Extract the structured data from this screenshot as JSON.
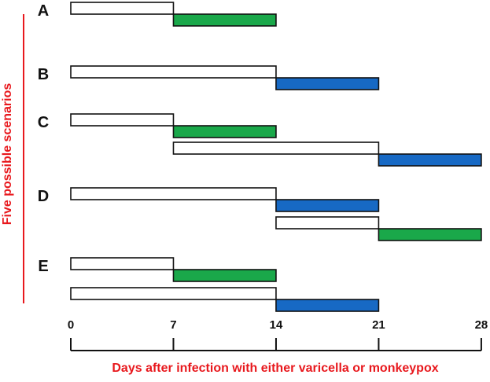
{
  "colors": {
    "red": "#e8181d",
    "green": "#1aa84a",
    "blue": "#1769c4",
    "outline": "#111111",
    "incubation_fill": "#ffffff"
  },
  "y_title": "Five possible scenarios",
  "x_title": "Days after infection with either varicella or monkeypox",
  "ticks": [
    "0",
    "7",
    "14",
    "21",
    "28"
  ],
  "scenarios": [
    {
      "label": "A",
      "rows": [
        {
          "incubation": [
            0,
            7
          ],
          "rash": [
            7,
            14
          ],
          "rash_color": "green"
        }
      ]
    },
    {
      "label": "B",
      "rows": [
        {
          "incubation": [
            0,
            14
          ],
          "rash": [
            14,
            21
          ],
          "rash_color": "blue"
        }
      ]
    },
    {
      "label": "C",
      "rows": [
        {
          "incubation": [
            0,
            7
          ],
          "rash": [
            7,
            14
          ],
          "rash_color": "green"
        },
        {
          "incubation": [
            7,
            21
          ],
          "rash": [
            21,
            28
          ],
          "rash_color": "blue"
        }
      ]
    },
    {
      "label": "D",
      "rows": [
        {
          "incubation": [
            0,
            14
          ],
          "rash": [
            14,
            21
          ],
          "rash_color": "blue"
        },
        {
          "incubation": [
            14,
            21
          ],
          "rash": [
            21,
            28
          ],
          "rash_color": "green"
        }
      ]
    },
    {
      "label": "E",
      "rows": [
        {
          "incubation": [
            0,
            7
          ],
          "rash": [
            7,
            14
          ],
          "rash_color": "green"
        },
        {
          "incubation": [
            0,
            14
          ],
          "rash": [
            14,
            21
          ],
          "rash_color": "blue"
        }
      ]
    }
  ]
}
